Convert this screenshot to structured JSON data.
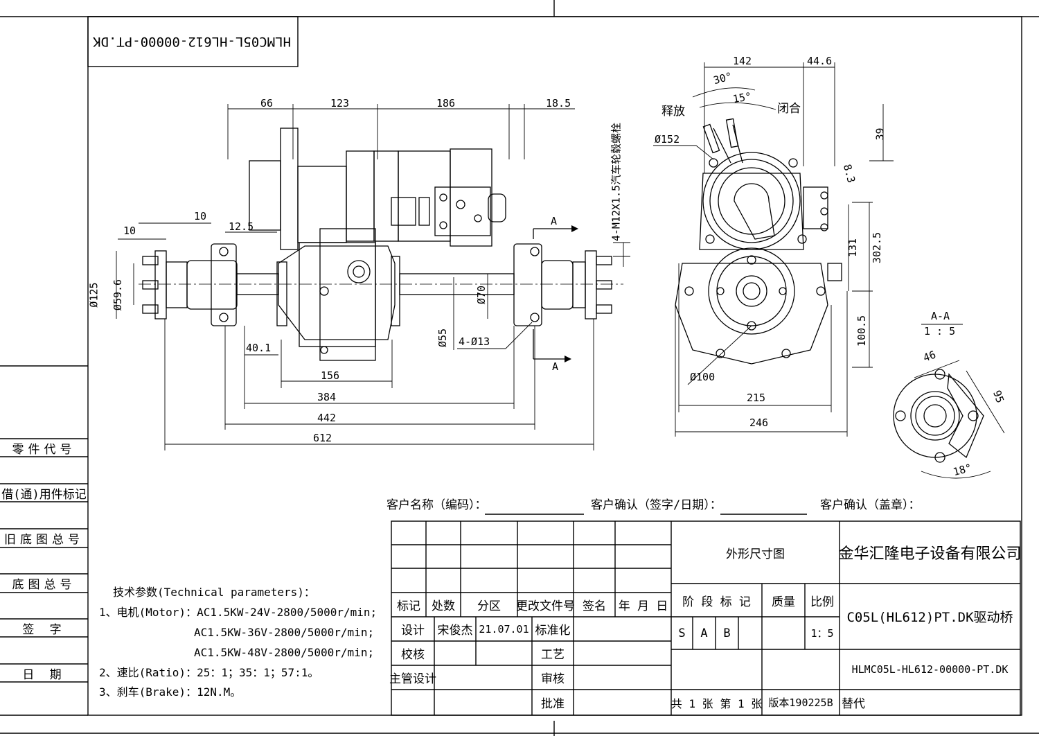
{
  "drawing_number_rotated": "HLMC05L-HL612-00000-PT.DK",
  "left_labels": [
    "零件代号",
    "借(通)用件标记",
    "旧底图总号",
    "底图总号",
    "签  字",
    "日  期"
  ],
  "dimensions_front": {
    "d66": "66",
    "d123": "123",
    "d186": "186",
    "d18_5": "18.5",
    "d10a": "10",
    "d10b": "10",
    "d12_5": "12.5",
    "d125": "Ø125",
    "d59_6": "Ø59.6",
    "d40_1": "40.1",
    "d156": "156",
    "d384": "384",
    "d442": "442",
    "d612": "612",
    "d70": "Ø70",
    "d55": "Ø55",
    "holes": "4-Ø13",
    "section_a": "A",
    "bolt_note": "4-M12X1.5汽车轮毂螺栓"
  },
  "dimensions_side": {
    "d142": "142",
    "d44_6": "44.6",
    "a30": "30°",
    "a15": "15°",
    "release": "释放",
    "close": "闭合",
    "d152": "Ø152",
    "d39": "39",
    "d8_3": "8.3",
    "d302_5": "302.5",
    "d131": "131",
    "d100_5": "100.5",
    "d100": "Ø100",
    "d215": "215",
    "d246": "246"
  },
  "section_view": {
    "title": "A-A",
    "scale": "1 : 5",
    "d46": "46",
    "d95": "95",
    "a18": "18°"
  },
  "customer": {
    "name_label": "客户名称（编码）：",
    "confirm_label": "客户确认（签字/日期）：",
    "seal_label": "客户确认（盖章）："
  },
  "tech": {
    "title": "技术参数(Technical parameters)：",
    "lines": [
      "1、电机(Motor)：AC1.5KW-24V-2800/5000r/min;",
      "AC1.5KW-36V-2800/5000r/min;",
      "AC1.5KW-48V-2800/5000r/min;",
      "2、速比(Ratio)：25：1；35：1；57:1。",
      "3、刹车(Brake)：12N.M。"
    ]
  },
  "title_block": {
    "rev_headers": [
      "标记",
      "处数",
      "分区",
      "更改文件号",
      "签名",
      "年 月 日"
    ],
    "design_label": "设计",
    "designer": "宋俊杰",
    "date": "21.07.01",
    "standard_label": "标准化",
    "check_label": "校核",
    "process_label": "工艺",
    "supervisor_label": "主管设计",
    "review_label": "审核",
    "approve_label": "批准",
    "drawing_type": "外形尺寸图",
    "stage_label": "阶 段 标 记",
    "weight_label": "质量",
    "scale_label": "比例",
    "stages": [
      "S",
      "A",
      "B"
    ],
    "scale_value": "1：5",
    "sheets": "共 1 张  第 1 张",
    "version": "版本190225B",
    "replace": "替代",
    "company": "金华汇隆电子设备有限公司",
    "product": "C05L(HL612)PT.DK驱动桥",
    "drawing_no": "HLMC05L-HL612-00000-PT.DK"
  }
}
